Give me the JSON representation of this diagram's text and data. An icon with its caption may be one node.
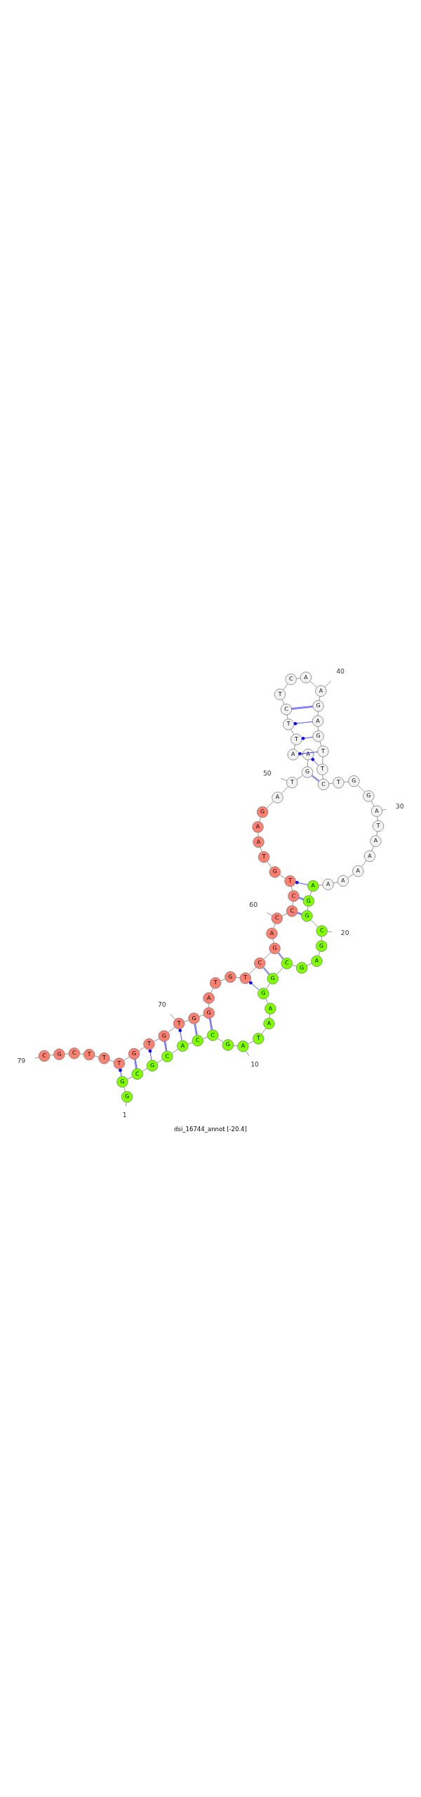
{
  "diagram": {
    "caption": "dsi_16744_annot [-20.4]",
    "nodes": [
      {
        "text": [
          "G"
        ]
      },
      {
        "text": [
          "G"
        ]
      },
      {
        "text": [
          "C"
        ]
      },
      {
        "text": [
          "G"
        ]
      },
      {
        "text": [
          "C"
        ]
      },
      {
        "text": [
          "A"
        ]
      },
      {
        "text": [
          "C"
        ]
      },
      {
        "text": [
          "C"
        ]
      },
      {
        "text": [
          "G"
        ]
      },
      {
        "text": [
          "A"
        ]
      },
      {
        "text": [
          "T"
        ]
      },
      {
        "text": [
          "A"
        ]
      },
      {
        "text": [
          "A"
        ]
      },
      {
        "text": [
          "G"
        ]
      },
      {
        "text": [
          "G"
        ]
      },
      {
        "text": [
          "C"
        ]
      },
      {
        "text": [
          "G"
        ]
      },
      {
        "text": [
          "A"
        ]
      },
      {
        "text": [
          "G"
        ]
      },
      {
        "text": [
          "C"
        ]
      },
      {
        "text": [
          "G"
        ]
      },
      {
        "text": [
          "G"
        ]
      },
      {
        "text": [
          "A"
        ]
      },
      {
        "text": [
          "A"
        ]
      },
      {
        "text": [
          "A"
        ]
      },
      {
        "text": [
          "A"
        ]
      },
      {
        "text": [
          "A"
        ]
      },
      {
        "text": [
          "A"
        ]
      },
      {
        "text": [
          "T"
        ]
      },
      {
        "text": [
          "A"
        ]
      },
      {
        "text": [
          "G"
        ]
      },
      {
        "text": [
          "G"
        ]
      },
      {
        "text": [
          "T"
        ]
      },
      {
        "text": [
          "C"
        ]
      },
      {
        "text": [
          "T"
        ]
      },
      {
        "text": [
          "T"
        ]
      },
      {
        "text": [
          "G"
        ]
      },
      {
        "text": [
          "A"
        ]
      },
      {
        "text": [
          "G"
        ]
      },
      {
        "text": [
          "A"
        ]
      },
      {
        "text": [
          "A"
        ]
      },
      {
        "text": [
          "C"
        ]
      },
      {
        "text": [
          "T"
        ]
      },
      {
        "text": [
          "C"
        ]
      },
      {
        "text": [
          "T"
        ]
      },
      {
        "text": [
          "T"
        ]
      },
      {
        "text": [
          "A"
        ]
      },
      {
        "text": [
          "A"
        ]
      },
      {
        "text": [
          "G"
        ]
      },
      {
        "text": [
          "T"
        ]
      },
      {
        "text": [
          "A"
        ]
      },
      {
        "text": [
          "G"
        ]
      },
      {
        "text": [
          "A"
        ]
      },
      {
        "text": [
          "A"
        ]
      },
      {
        "text": [
          "T"
        ]
      },
      {
        "text": [
          "G"
        ]
      },
      {
        "text": [
          "T"
        ]
      },
      {
        "text": [
          "C"
        ]
      },
      {
        "text": [
          "C"
        ]
      },
      {
        "text": [
          "C"
        ]
      },
      {
        "text": [
          "A"
        ]
      },
      {
        "text": [
          "G"
        ]
      },
      {
        "text": [
          "C"
        ]
      },
      {
        "text": [
          "T"
        ]
      },
      {
        "text": [
          "G"
        ]
      },
      {
        "text": [
          "T"
        ]
      },
      {
        "text": [
          "A"
        ]
      },
      {
        "text": [
          "G"
        ]
      },
      {
        "text": [
          "G"
        ]
      },
      {
        "text": [
          "T"
        ]
      },
      {
        "text": [
          "G"
        ]
      },
      {
        "text": [
          "T"
        ]
      },
      {
        "text": [
          "G"
        ]
      },
      {
        "text": [
          "T"
        ]
      },
      {
        "text": [
          "T"
        ]
      },
      {
        "text": [
          "T"
        ]
      },
      {
        "text": [
          "C"
        ]
      },
      {
        "text": [
          "G"
        ]
      },
      {
        "text": [
          "C"
        ]
      },
      {
        "text": [
          "1"
        ]
      },
      {
        "text": [
          "10"
        ]
      },
      {
        "text": [
          "20"
        ]
      },
      {
        "text": [
          "30"
        ]
      },
      {
        "text": [
          "40"
        ]
      },
      {
        "text": [
          "50"
        ]
      },
      {
        "text": [
          "60"
        ]
      },
      {
        "text": [
          "70"
        ]
      },
      {
        "text": [
          "79"
        ]
      }
    ],
    "edges": [
      {
        "from": 0,
        "to": 1,
        "arrow": "none"
      },
      {
        "from": 1,
        "to": 2,
        "arrow": "none"
      },
      {
        "from": 2,
        "to": 3,
        "arrow": "none"
      },
      {
        "from": 3,
        "to": 4,
        "arrow": "none"
      },
      {
        "from": 4,
        "to": 5,
        "arrow": "none"
      },
      {
        "from": 5,
        "to": 6,
        "arrow": "none"
      },
      {
        "from": 6,
        "to": 7,
        "arrow": "none"
      },
      {
        "from": 7,
        "to": 8,
        "arrow": "none"
      },
      {
        "from": 8,
        "to": 9,
        "arrow": "none"
      },
      {
        "from": 9,
        "to": 10,
        "arrow": "none"
      },
      {
        "from": 10,
        "to": 11,
        "arrow": "none"
      },
      {
        "from": 11,
        "to": 12,
        "arrow": "none"
      },
      {
        "from": 12,
        "to": 13,
        "arrow": "none"
      },
      {
        "from": 13,
        "to": 14,
        "arrow": "none"
      },
      {
        "from": 14,
        "to": 15,
        "arrow": "none"
      },
      {
        "from": 15,
        "to": 16,
        "arrow": "none"
      },
      {
        "from": 16,
        "to": 17,
        "arrow": "none"
      },
      {
        "from": 17,
        "to": 18,
        "arrow": "none"
      },
      {
        "from": 18,
        "to": 19,
        "arrow": "none"
      },
      {
        "from": 19,
        "to": 20,
        "arrow": "none"
      },
      {
        "from": 20,
        "to": 21,
        "arrow": "none"
      },
      {
        "from": 21,
        "to": 22,
        "arrow": "none"
      },
      {
        "from": 22,
        "to": 23,
        "arrow": "none"
      },
      {
        "from": 23,
        "to": 24,
        "arrow": "none"
      },
      {
        "from": 24,
        "to": 25,
        "arrow": "none"
      },
      {
        "from": 25,
        "to": 26,
        "arrow": "none"
      },
      {
        "from": 26,
        "to": 27,
        "arrow": "none"
      },
      {
        "from": 27,
        "to": 28,
        "arrow": "none"
      },
      {
        "from": 28,
        "to": 29,
        "arrow": "none"
      },
      {
        "from": 29,
        "to": 30,
        "arrow": "none"
      },
      {
        "from": 30,
        "to": 31,
        "arrow": "none"
      },
      {
        "from": 31,
        "to": 32,
        "arrow": "none"
      },
      {
        "from": 32,
        "to": 33,
        "arrow": "none"
      },
      {
        "from": 33,
        "to": 34,
        "arrow": "none"
      },
      {
        "from": 34,
        "to": 35,
        "arrow": "none"
      },
      {
        "from": 35,
        "to": 36,
        "arrow": "none"
      },
      {
        "from": 36,
        "to": 37,
        "arrow": "none"
      },
      {
        "from": 37,
        "to": 38,
        "arrow": "none"
      },
      {
        "from": 38,
        "to": 39,
        "arrow": "none"
      },
      {
        "from": 39,
        "to": 40,
        "arrow": "none"
      },
      {
        "from": 40,
        "to": 41,
        "arrow": "none"
      },
      {
        "from": 41,
        "to": 42,
        "arrow": "none"
      },
      {
        "from": 42,
        "to": 43,
        "arrow": "none"
      },
      {
        "from": 43,
        "to": 44,
        "arrow": "none"
      },
      {
        "from": 44,
        "to": 45,
        "arrow": "none"
      },
      {
        "from": 45,
        "to": 46,
        "arrow": "none"
      },
      {
        "from": 46,
        "to": 47,
        "arrow": "none"
      },
      {
        "from": 47,
        "to": 48,
        "arrow": "none"
      },
      {
        "from": 48,
        "to": 49,
        "arrow": "none"
      },
      {
        "from": 49,
        "to": 50,
        "arrow": "none"
      },
      {
        "from": 50,
        "to": 51,
        "arrow": "none"
      },
      {
        "from": 51,
        "to": 52,
        "arrow": "none"
      },
      {
        "from": 52,
        "to": 53,
        "arrow": "none"
      },
      {
        "from": 53,
        "to": 54,
        "arrow": "none"
      },
      {
        "from": 54,
        "to": 55,
        "arrow": "none"
      },
      {
        "from": 55,
        "to": 56,
        "arrow": "none"
      },
      {
        "from": 56,
        "to": 57,
        "arrow": "none"
      },
      {
        "from": 57,
        "to": 58,
        "arrow": "none"
      },
      {
        "from": 58,
        "to": 59,
        "arrow": "none"
      },
      {
        "from": 59,
        "to": 60,
        "arrow": "none"
      },
      {
        "from": 60,
        "to": 61,
        "arrow": "none"
      },
      {
        "from": 61,
        "to": 62,
        "arrow": "none"
      },
      {
        "from": 62,
        "to": 63,
        "arrow": "none"
      },
      {
        "from": 63,
        "to": 64,
        "arrow": "none"
      },
      {
        "from": 64,
        "to": 65,
        "arrow": "none"
      },
      {
        "from": 65,
        "to": 66,
        "arrow": "none"
      },
      {
        "from": 66,
        "to": 67,
        "arrow": "none"
      },
      {
        "from": 67,
        "to": 68,
        "arrow": "none"
      },
      {
        "from": 68,
        "to": 69,
        "arrow": "none"
      },
      {
        "from": 69,
        "to": 70,
        "arrow": "none"
      },
      {
        "from": 70,
        "to": 71,
        "arrow": "none"
      },
      {
        "from": 71,
        "to": 72,
        "arrow": "none"
      },
      {
        "from": 72,
        "to": 73,
        "arrow": "none"
      },
      {
        "from": 73,
        "to": 74,
        "arrow": "none"
      },
      {
        "from": 74,
        "to": 75,
        "arrow": "none"
      },
      {
        "from": 75,
        "to": 76,
        "arrow": "none"
      },
      {
        "from": 76,
        "to": 77,
        "arrow": "none"
      },
      {
        "from": 77,
        "to": 78,
        "arrow": "none"
      },
      {
        "from": 1,
        "to": 73,
        "arrow": "other",
        "color": "#0000ff"
      },
      {
        "from": 2,
        "to": 72,
        "arrow": "none",
        "color": "#0000ff"
      },
      {
        "from": 3,
        "to": 71,
        "arrow": "other",
        "color": "#0000ff"
      },
      {
        "from": 4,
        "to": 70,
        "arrow": "none",
        "color": "#0000ff"
      },
      {
        "from": 5,
        "to": 69,
        "arrow": "other",
        "color": "#0000ff"
      },
      {
        "from": 6,
        "to": 68,
        "arrow": "none",
        "color": "#0000ff"
      },
      {
        "from": 7,
        "to": 67,
        "arrow": "none",
        "color": "#0000ff"
      },
      {
        "from": 13,
        "to": 63,
        "arrow": "other",
        "color": "#0000ff"
      },
      {
        "from": 14,
        "to": 62,
        "arrow": "none",
        "color": "#0000ff"
      },
      {
        "from": 15,
        "to": 61,
        "arrow": "none",
        "color": "#0000ff"
      },
      {
        "from": 20,
        "to": 58,
        "arrow": "none",
        "color": "#0000ff"
      },
      {
        "from": 21,
        "to": 57,
        "arrow": "none",
        "color": "#0000ff"
      },
      {
        "from": 22,
        "to": 56,
        "arrow": "other",
        "color": "#0000ff"
      },
      {
        "from": 33,
        "to": 48,
        "arrow": "none",
        "color": "#0000ff"
      },
      {
        "from": 34,
        "to": 47,
        "arrow": "other",
        "color": "#0000ff"
      },
      {
        "from": 35,
        "to": 46,
        "arrow": "other",
        "color": "#0000ff"
      },
      {
        "from": 36,
        "to": 45,
        "arrow": "other",
        "color": "#0000ff"
      },
      {
        "from": 37,
        "to": 44,
        "arrow": "other",
        "color": "#0000ff"
      },
      {
        "from": 38,
        "to": 43,
        "arrow": "none",
        "color": "#0000ff"
      },
      {
        "from": 79,
        "to": 0,
        "arrow": "none"
      },
      {
        "from": 80,
        "to": 9,
        "arrow": "none"
      },
      {
        "from": 81,
        "to": 19,
        "arrow": "none"
      },
      {
        "from": 82,
        "to": 29,
        "arrow": "none"
      },
      {
        "from": 83,
        "to": 39,
        "arrow": "none"
      },
      {
        "from": 84,
        "to": 49,
        "arrow": "none"
      },
      {
        "from": 85,
        "to": 59,
        "arrow": "none"
      },
      {
        "from": 86,
        "to": 69,
        "arrow": "none"
      },
      {
        "from": 87,
        "to": 78,
        "arrow": "none"
      }
    ]
  }
}
